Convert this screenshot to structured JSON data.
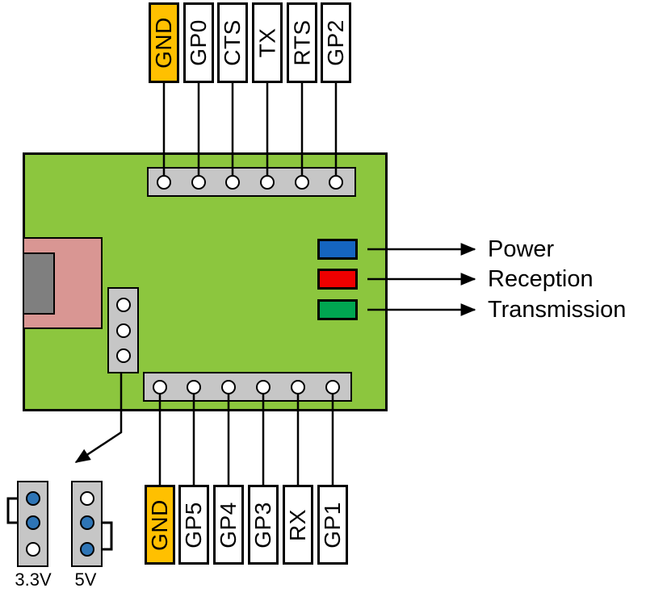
{
  "diagram_title": "module-pinout-diagram",
  "top_pins": [
    {
      "label": "GND",
      "ground": true,
      "color": "#FFC000"
    },
    {
      "label": "GP0",
      "ground": false,
      "color": "#FFFFFF"
    },
    {
      "label": "CTS",
      "ground": false,
      "color": "#FFFFFF"
    },
    {
      "label": "TX",
      "ground": false,
      "color": "#FFFFFF"
    },
    {
      "label": "RTS",
      "ground": false,
      "color": "#FFFFFF"
    },
    {
      "label": "GP2",
      "ground": false,
      "color": "#FFFFFF"
    }
  ],
  "bottom_pins": [
    {
      "label": "GND",
      "ground": true,
      "color": "#FFC000"
    },
    {
      "label": "GP5",
      "ground": false,
      "color": "#FFFFFF"
    },
    {
      "label": "GP4",
      "ground": false,
      "color": "#FFFFFF"
    },
    {
      "label": "GP3",
      "ground": false,
      "color": "#FFFFFF"
    },
    {
      "label": "RX",
      "ground": false,
      "color": "#FFFFFF"
    },
    {
      "label": "GP1",
      "ground": false,
      "color": "#FFFFFF"
    }
  ],
  "leds": [
    {
      "label": "Power",
      "color": "#1565C0"
    },
    {
      "label": "Reception",
      "color": "#EE0000"
    },
    {
      "label": "Transmission",
      "color": "#00A651"
    }
  ],
  "jumpers": [
    {
      "label": "3.3V",
      "bridge_side": "left, bridging holes 1-2",
      "holes": [
        {
          "state": "jumpered",
          "color": "#2E75B6"
        },
        {
          "state": "jumpered",
          "color": "#2E75B6"
        },
        {
          "state": "open",
          "color": "#FFFFFF"
        }
      ]
    },
    {
      "label": "5V",
      "bridge_side": "right, bridging holes 2-3",
      "holes": [
        {
          "state": "open",
          "color": "#FFFFFF"
        },
        {
          "state": "jumpered",
          "color": "#2E75B6"
        },
        {
          "state": "jumpered",
          "color": "#2E75B6"
        }
      ]
    }
  ],
  "colors": {
    "board_green": "#8CC63E",
    "header_gray": "#C6C6C6",
    "connector_pink": "#D99693",
    "plug_dark_gray": "#7F7F7F",
    "gnd_orange": "#FFC000",
    "jumper_blue": "#2E75B6",
    "line_black": "#000000"
  }
}
